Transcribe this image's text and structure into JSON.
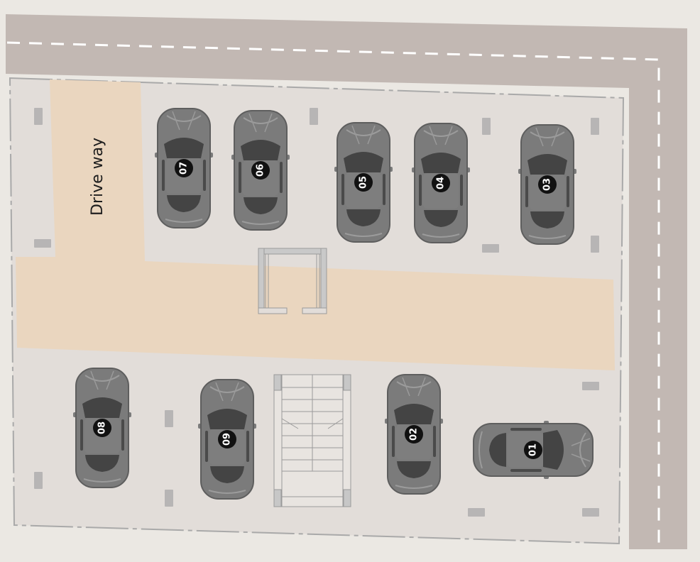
{
  "colors": {
    "background": "#ebe8e3",
    "street": "#c2b8b3",
    "lot_floor": "#e2ddd9",
    "driveway": "#ead6bf",
    "car_body": "#7b7b7b",
    "car_dark": "#444444",
    "badge": "#111111",
    "column": "#b7b5b5"
  },
  "driveway": {
    "label": "Drive way"
  },
  "structures": {
    "gate_icon": "gate-frame-icon",
    "staircase_icon": "staircase-icon"
  },
  "parking_spots": [
    {
      "number": "01",
      "orientation": "horizontal",
      "icon": "car-icon"
    },
    {
      "number": "02",
      "orientation": "vertical",
      "icon": "car-icon"
    },
    {
      "number": "03",
      "orientation": "vertical",
      "icon": "car-icon"
    },
    {
      "number": "04",
      "orientation": "vertical",
      "icon": "car-icon"
    },
    {
      "number": "05",
      "orientation": "vertical",
      "icon": "car-icon"
    },
    {
      "number": "06",
      "orientation": "vertical",
      "icon": "car-icon"
    },
    {
      "number": "07",
      "orientation": "vertical",
      "icon": "car-icon"
    },
    {
      "number": "08",
      "orientation": "vertical",
      "icon": "car-icon"
    },
    {
      "number": "09",
      "orientation": "vertical",
      "icon": "car-icon"
    }
  ]
}
